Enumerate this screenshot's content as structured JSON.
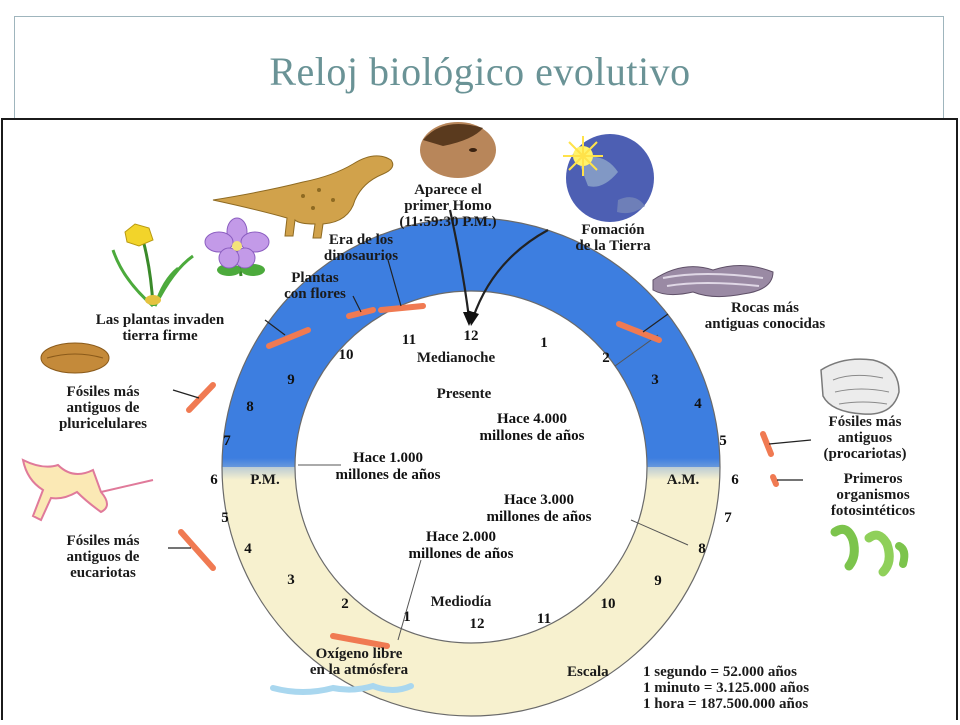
{
  "title": "Reloj biológico evolutivo",
  "clock": {
    "top_label": "Medianoche",
    "bottom_label": "Mediodía",
    "left_label": "P.M.",
    "right_label": "A.M.",
    "left_six": "6",
    "right_six": "6",
    "presente": "Presente",
    "hours_top_right": [
      "1",
      "2",
      "3",
      "4",
      "5"
    ],
    "hours_top_left": [
      "11",
      "10",
      "9",
      "8",
      "7"
    ],
    "hours_bottom_right": [
      "7",
      "8",
      "9",
      "10",
      "11"
    ],
    "hours_bottom_left": [
      "5",
      "4",
      "3",
      "2",
      "1"
    ],
    "twelve_top": "12",
    "twelve_bottom": "12",
    "ring_top_color": "#3d7ee0",
    "ring_bottom_color": "#f7f1cf",
    "marker_color": "#f07a52"
  },
  "inner_labels": {
    "h4000_1": "Hace 4.000",
    "h4000_2": "millones de años",
    "h1000_1": "Hace 1.000",
    "h1000_2": "millones de años",
    "h3000_1": "Hace 3.000",
    "h3000_2": "millones de años",
    "h2000_1": "Hace 2.000",
    "h2000_2": "millones de años"
  },
  "events": {
    "homo": [
      "Aparece el",
      "primer Homo",
      "(11:59:30 P.M.)"
    ],
    "tierra": [
      "Fomación",
      "de la Tierra"
    ],
    "dinosaurios": [
      "Era de los",
      "dinosaurios"
    ],
    "plantas_flores": [
      "Plantas",
      "con flores"
    ],
    "plantas_tierra": [
      "Las plantas invaden",
      "tierra firme"
    ],
    "pluricelulares": [
      "Fósiles más",
      "antiguos de",
      "pluricelulares"
    ],
    "eucariotas": [
      "Fósiles más",
      "antiguos de",
      "eucariotas"
    ],
    "oxigeno": [
      "Oxígeno libre",
      "en la atmósfera"
    ],
    "rocas": [
      "Rocas más",
      "antiguas conocidas"
    ],
    "procariotas": [
      "Fósiles más",
      "antiguos",
      "(procariotas)"
    ],
    "fotosinteticos": [
      "Primeros",
      "organismos",
      "fotosintéticos"
    ]
  },
  "scale": {
    "label": "Escala",
    "line1": "1 segundo = 52.000 años",
    "line2": "1 minuto   = 3.125.000 años",
    "line3": "1 hora = 187.500.000 años"
  }
}
